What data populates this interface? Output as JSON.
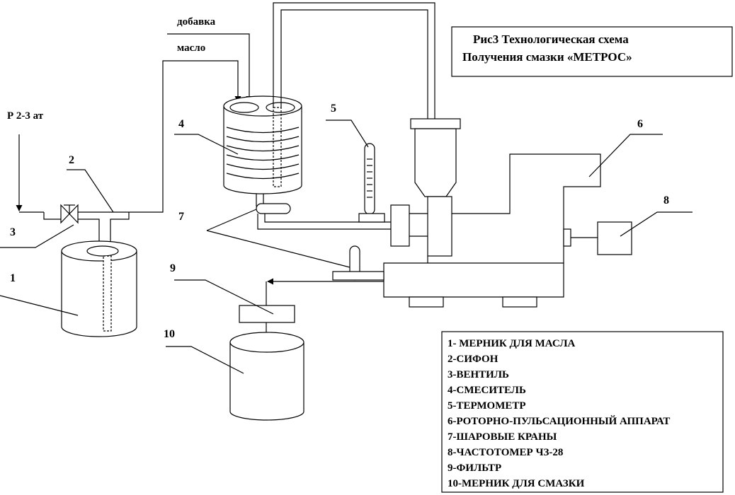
{
  "title": {
    "line1": "Рис3 Технологическая   схема",
    "line2": "Получения смазки  «МЕТРОС»"
  },
  "labels": {
    "additive": "добавка",
    "oil": "масло",
    "pressure": "Р  2-3 ат"
  },
  "numbers": {
    "n1": "1",
    "n2": "2",
    "n3": "3",
    "n4": "4",
    "n5": "5",
    "n6": "6",
    "n7": "7",
    "n8": "8",
    "n9": "9",
    "n10": "10"
  },
  "legend": [
    "1- МЕРНИК ДЛЯ МАСЛА",
    "2-СИФОН",
    "3-ВЕНТИЛЬ",
    "4-СМЕСИТЕЛЬ",
    "5-ТЕРМОМЕТР",
    "6-РОТОРНО-ПУЛЬСАЦИОННЫЙ АППАРАТ",
    "7-ШАРОВЫЕ КРАНЫ",
    "8-ЧАСТОТОМЕР  ЧЗ-28",
    "9-ФИЛЬТР",
    "10-МЕРНИК ДЛЯ СМАЗКИ"
  ]
}
